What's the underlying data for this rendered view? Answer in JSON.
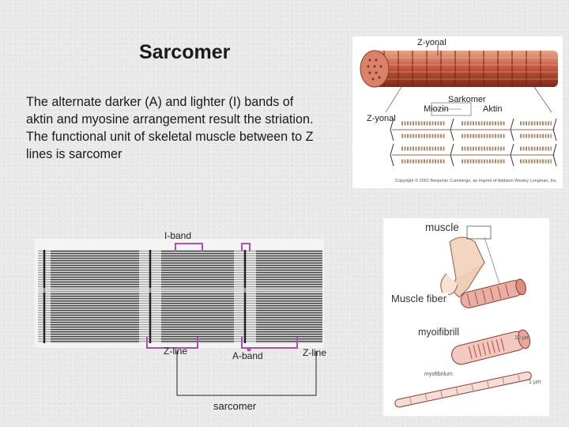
{
  "slide": {
    "title": "Sarcomer",
    "body": "The alternate darker (A) and lighter (I) bands of aktin and myosine arrangement result the striation. The functional unit of skeletal muscle between to Z lines is sarcomer"
  },
  "structure_diagram": {
    "labels": {
      "z_top": "Z-yonal",
      "z_left": "Z-yonal",
      "sarcomer": "Sarkomer",
      "myosin": "Miozin",
      "actin": "Aktin",
      "copyright": "Copyright © 2001 Benjamin Cummings, an imprint of Addison Wesley Longman, Inc."
    }
  },
  "micrograph": {
    "i_band": "I-band",
    "a_band": "A-band",
    "z_line_left": "Z-line",
    "z_line_right": "Z-line",
    "sarcomer": "sarcomer"
  },
  "hierarchy": {
    "muscle": "muscle",
    "muscle_fiber": "Muscle fiber",
    "myofibril": "myoifibrill",
    "scale": "10 µm",
    "myofibril_small": "myofibrilum",
    "scale_small": "1 µm"
  },
  "colors": {
    "bracket": "#b04fb0",
    "muscle_red": "#c85a45",
    "band_dark": "#444444"
  }
}
